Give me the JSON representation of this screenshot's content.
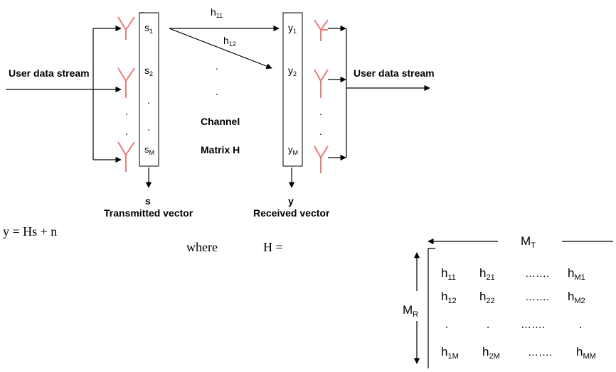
{
  "left": {
    "label": "User data stream",
    "vector": [
      "s",
      "1",
      "s",
      "2",
      "s",
      "M"
    ],
    "vector_dots": ".",
    "below_symbol": "s",
    "below_caption": "Transmitted vector"
  },
  "right": {
    "label": "User data stream",
    "vector": [
      "y",
      "1",
      "y",
      "2",
      "y",
      "M"
    ],
    "vector_dots": ".",
    "below_symbol": "y",
    "below_caption": "Received vector"
  },
  "channel": {
    "h11": [
      "h",
      "11"
    ],
    "h12": [
      "h",
      "12"
    ],
    "line1": "Channel",
    "line2": "Matrix H",
    "dots": "."
  },
  "equation": {
    "main": "y = Hs + n",
    "where": "where",
    "h_eq": "H ="
  },
  "matrix": {
    "cols_label": [
      "M",
      "T"
    ],
    "rows_label": [
      "M",
      "R"
    ],
    "rows": [
      [
        [
          "h",
          "11"
        ],
        [
          "h",
          "21"
        ],
        [
          "…….",
          ""
        ],
        [
          "h",
          "M1"
        ]
      ],
      [
        [
          "h",
          "12"
        ],
        [
          "h",
          "22"
        ],
        [
          "…….",
          ""
        ],
        [
          "h",
          "M2"
        ]
      ],
      [
        [
          ".",
          ""
        ],
        [
          ".",
          ""
        ],
        [
          "…….",
          ""
        ],
        [
          ".",
          ""
        ]
      ],
      [
        [
          "h",
          "1M"
        ],
        [
          "h",
          "2M"
        ],
        [
          "…….",
          ""
        ],
        [
          "h",
          "MM"
        ]
      ]
    ]
  },
  "colors": {
    "antenna": "#e87a7a",
    "line": "#000000"
  }
}
